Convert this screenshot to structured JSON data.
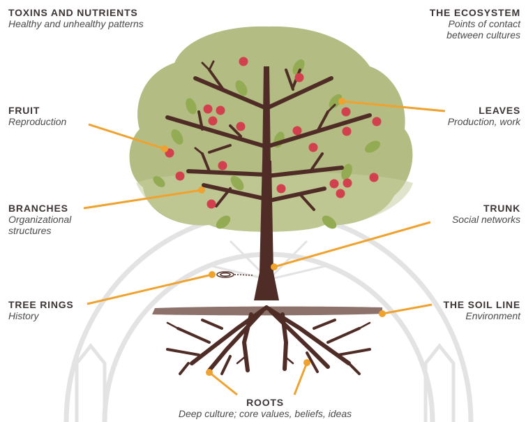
{
  "labels": {
    "toxins": {
      "title": "TOXINS AND NUTRIENTS",
      "subtitle": "Healthy and unhealthy patterns"
    },
    "ecosystem": {
      "title": "THE ECOSYSTEM",
      "subtitle_line1": "Points of contact",
      "subtitle_line2": "between cultures"
    },
    "fruit": {
      "title": "FRUIT",
      "subtitle": "Reproduction"
    },
    "leaves": {
      "title": "LEAVES",
      "subtitle": "Production, work"
    },
    "branches": {
      "title": "BRANCHES",
      "subtitle_line1": "Organizational",
      "subtitle_line2": "structures"
    },
    "trunk": {
      "title": "TRUNK",
      "subtitle": "Social networks"
    },
    "tree_rings": {
      "title": "TREE RINGS",
      "subtitle": "History"
    },
    "soil_line": {
      "title": "THE SOIL LINE",
      "subtitle": "Environment"
    },
    "roots": {
      "title": "ROOTS",
      "subtitle": "Deep culture; core values, beliefs, ideas"
    }
  },
  "colors": {
    "canopy": "#b3bd83",
    "leaf": "#93ab52",
    "fruit": "#d2404e",
    "wood": "#4f2d26",
    "soil": "#8c726a",
    "pointer": "#f0a22e",
    "text": "#3d3535",
    "watermark": "#e2e2e2"
  }
}
